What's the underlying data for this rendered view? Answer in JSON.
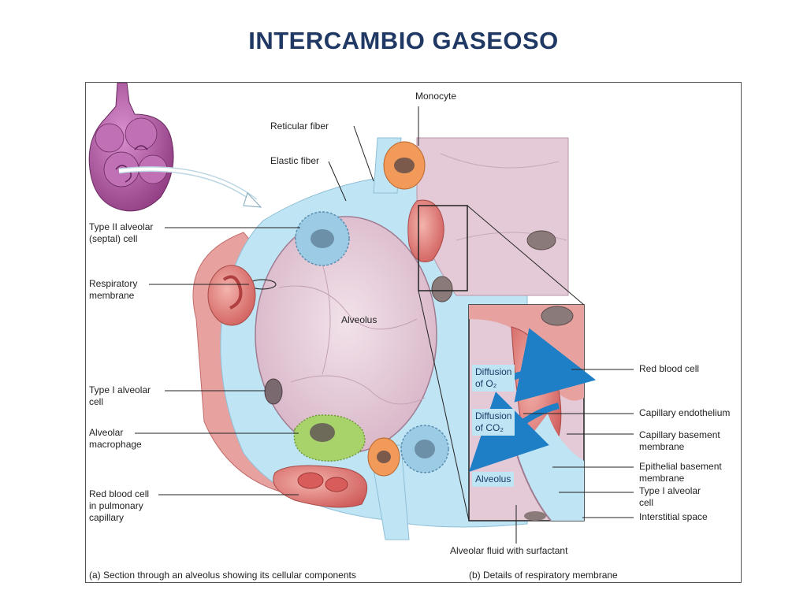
{
  "title": "INTERCAMBIO GASEOSO",
  "labels": {
    "monocyte": "Monocyte",
    "reticular_fiber": "Reticular fiber",
    "elastic_fiber": "Elastic fiber",
    "type2_cell": "Type II alveolar\n(septal) cell",
    "respiratory_membrane": "Respiratory\nmembrane",
    "alveolus": "Alveolus",
    "type1_cell": "Type I alveolar\ncell",
    "macrophage": "Alveolar\nmacrophage",
    "rbc_pulmonary": "Red blood cell\nin pulmonary\ncapillary",
    "rbc": "Red blood cell",
    "cap_endothelium": "Capillary endothelium",
    "cap_basement": "Capillary basement\nmembrane",
    "epi_basement": "Epithelial basement\nmembrane",
    "type1_cell_b": "Type I alveolar\ncell",
    "interstitial": "Interstitial space",
    "alveolar_fluid": "Alveolar fluid with surfactant",
    "diffusion_o2": "Diffusion\nof O₂",
    "diffusion_co2": "Diffusion\nof CO₂",
    "alveolus_b": "Alveolus"
  },
  "captions": {
    "a": "(a) Section through an alveolus showing its cellular components",
    "b": "(b) Details of respiratory membrane"
  },
  "colors": {
    "title": "#1f3864",
    "interstitium": "#bfe4f4",
    "alveolar_wall": "#e8cfd9",
    "capillary": "#e58a86",
    "type2_cell": "#9ccbe6",
    "macrophage": "#a7d36a",
    "monocyte": "#f19a5a",
    "lung_lobule": "#b65aa2",
    "diffusion_arrow": "#1e7fc7"
  }
}
